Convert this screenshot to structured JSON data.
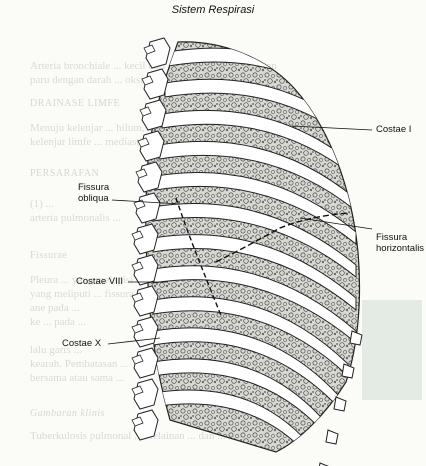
{
  "figure": {
    "title": "Sistem Respirasi",
    "labels": {
      "costae_i": "Costae I",
      "fissura_obliqua": "Fissura\nobliqua",
      "fissura_horizontalis": "Fissura\nhorizontalis",
      "costae_viii": "Costae VIII",
      "costae_x": "Costae X"
    }
  },
  "background_text": {
    "line1": "Arteria bronchiale ... kecil dari serta menyuplai jaringan",
    "line2": "paru dengan darah ... oksigenasi.",
    "head1": "DRAINASE LIMFE",
    "line3": "Menuju kelenjar ... hilum, bersama",
    "line4": "kelenjar limfe ... mediastinum.",
    "head2": "PERSARAFAN",
    "line5": "(1) ...",
    "line6": "arteria pulmonalis ...",
    "head3": "Fissurae",
    "line7": "Pleura ... yang melapisi ...",
    "line8": "yang meliputi ... fissura",
    "line9": "ane pada ...",
    "line10": "ke ... pada ...",
    "line11": "lalu garis ...",
    "line12": "kearah. Pembatasan ...",
    "line13": "bersama atau sama ...",
    "head4": "Gambaran klinis",
    "line14": "Tuberkulosis pulmonal ... Kelainan ... dan ..."
  }
}
